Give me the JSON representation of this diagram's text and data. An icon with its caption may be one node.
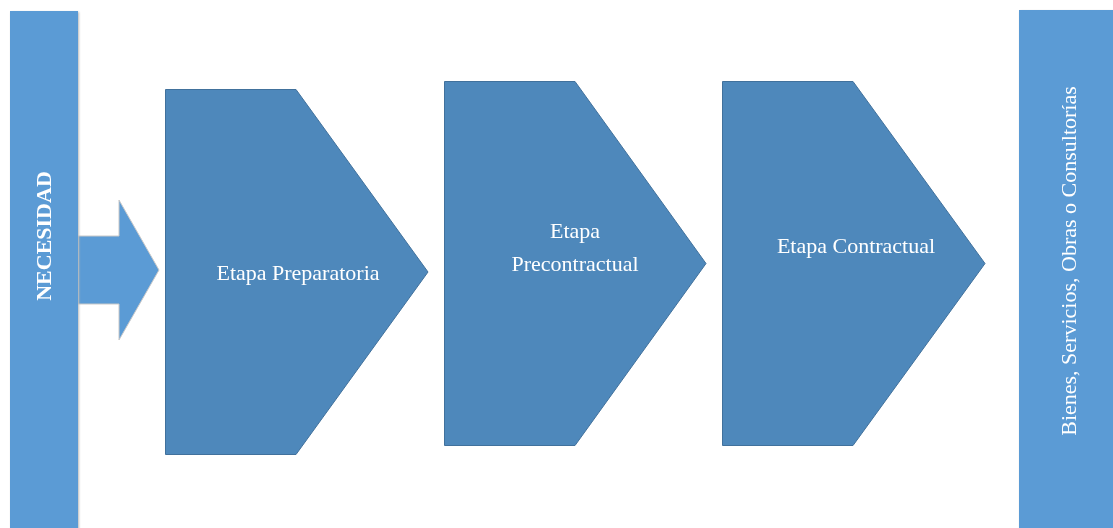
{
  "diagram": {
    "nodes": [
      {
        "text": [
          "NECESIDAD"
        ]
      },
      {
        "text": [
          "Etapa Preparatoria"
        ]
      },
      {
        "text": [
          "Etapa Precontractual"
        ]
      },
      {
        "text": [
          "Etapa Contractual"
        ]
      },
      {
        "text": [
          "Bienes, Servicios, Obras o Consultorías"
        ]
      }
    ],
    "edges": [
      {
        "from": 0,
        "to": 1,
        "arrow": "to"
      }
    ]
  }
}
